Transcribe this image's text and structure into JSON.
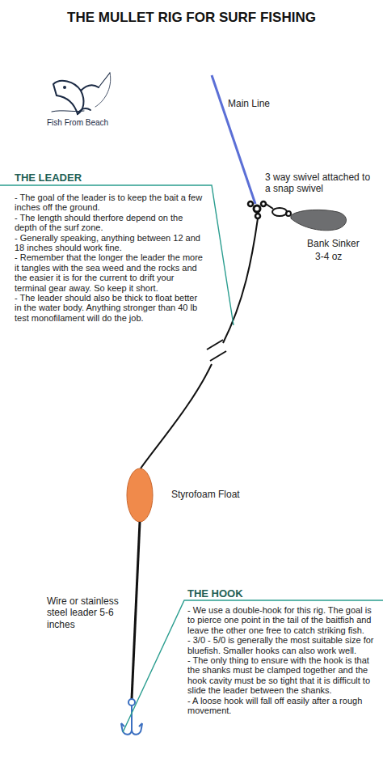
{
  "diagram": {
    "title": "THE MULLET RIG FOR SURF FISHING",
    "labels": [
      "Fish From Beach",
      "Main Line",
      "3 way swivel attached to a snap swivel",
      "Bank Sinker",
      "3-4 oz",
      "THE LEADER",
      "- The goal of the leader is to keep the bait a few inches off the ground.",
      "- The length should therfore depend on the depth of the surf zone.",
      "- Generally speaking, anything between 12 and 18 inches should work fine.",
      "- Remember that the longer the leader the more it tangles with the sea weed and the rocks and the easier it is for the current to drift your terminal gear away. So keep it short.",
      "- The leader should also be thick to float better in the water body. Anything stronger than 40 lb test monofilament will do the job.",
      "Styrofoam Float",
      "Wire or stainless steel leader 5-6 inches",
      "THE HOOK",
      "- We use a double-hook for this rig. The goal is to pierce one point in the tail of the baitfish and leave the other one free to catch striking fish.",
      "- 3/0 - 5/0 is generally the most suitable size for bluefish. Smaller hooks can also work well.",
      "- The only thing to ensure with the hook is that the shanks must be clamped together and the hook cavity must be so tight that it is difficult to slide the leader between the shanks.",
      "- A loose hook will fall off easily after a rough movement."
    ]
  }
}
